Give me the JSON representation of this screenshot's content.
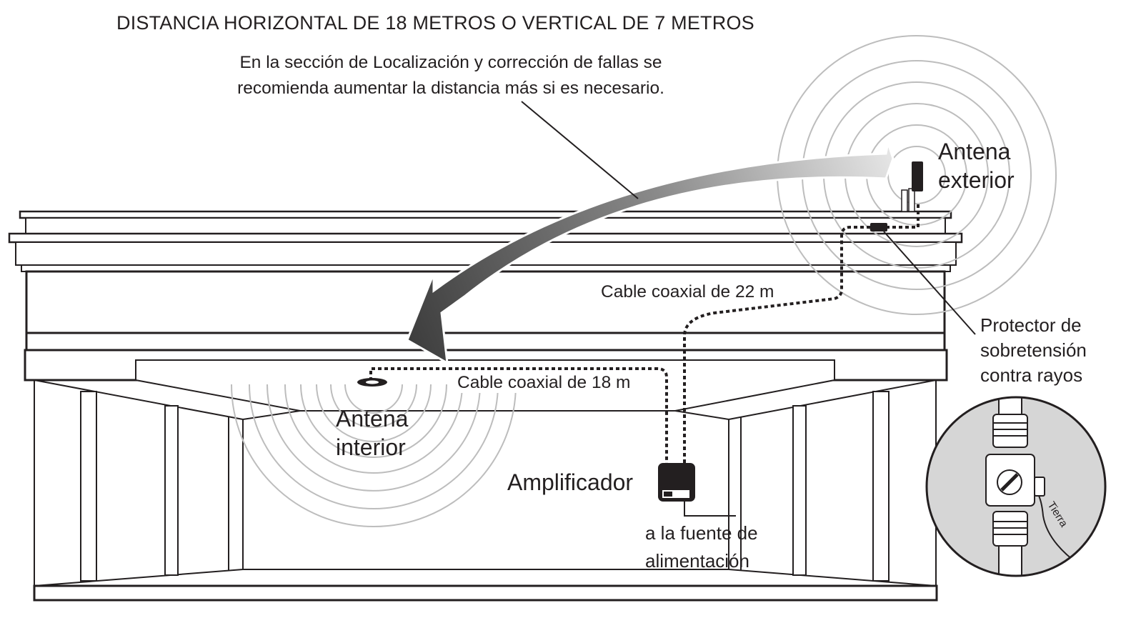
{
  "title": "DISTANCIA HORIZONTAL DE 18 METROS O VERTICAL DE 7 METROS",
  "note": {
    "line1": "En la sección de Localización y corrección de fallas se",
    "line2": "recomienda aumentar la distancia más si es necesario."
  },
  "outdoor_antenna": {
    "line1": "Antena",
    "line2": "exterior"
  },
  "indoor_antenna": {
    "line1": "Antena",
    "line2": "interior"
  },
  "amplifier": "Amplificador",
  "coax_long": "Cable coaxial de 22 m",
  "coax_short": "Cable coaxial de 18 m",
  "surge_protector": {
    "line1": "Protector de",
    "line2": "sobretensión",
    "line2b": "contra rayos"
  },
  "power_supply": {
    "line1": "a la fuente de",
    "line2": "alimentación"
  },
  "ground_label": "Tierra",
  "colors": {
    "ink": "#231f20",
    "signal_rings": "#bdbdbd",
    "arrow_dark": "#4a4a4a",
    "arrow_light": "#d9d9d9",
    "inset_bg": "#d6d6d6"
  }
}
